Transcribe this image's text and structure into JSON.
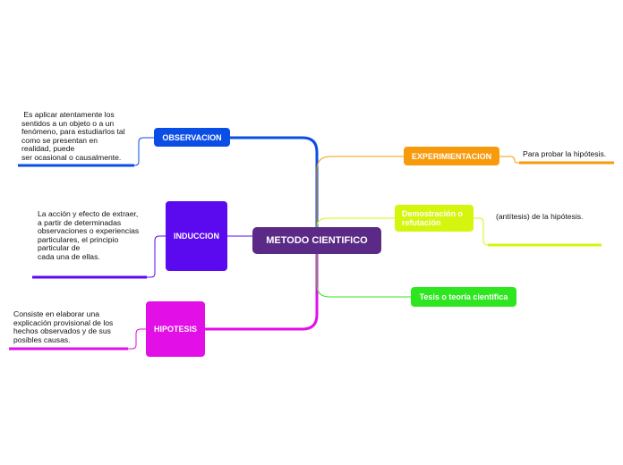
{
  "central": {
    "label": "METODO CIENTIFICO",
    "color": "#5b2a86"
  },
  "branches": {
    "observacion": {
      "label": "OBSERVACION",
      "color": "#0a4ee6",
      "note": " Es aplicar atentamente los\nsentidos a un objeto o a un\nfenómeno, para estudiarlos tal\ncomo se presentan en\nrealidad, puede\nser ocasional o causalmente."
    },
    "induccion": {
      "label": "INDUCCION",
      "color": "#5b0af0",
      "note": "La acción y efecto de extraer,\na partir de determinadas\nobservaciones o experiencias\nparticulares, el principio\nparticular de\ncada una de ellas."
    },
    "hipotesis": {
      "label": "HIPOTESIS",
      "color": "#e20fe6",
      "note": "Consiste en elaborar una\nexplicación provisional de los\nhechos observados y de sus\nposibles causas."
    },
    "experimentacion": {
      "label": "EXPERIMIENTACION",
      "color": "#f79a0b",
      "note": "Para probar la hipótesis."
    },
    "demostracion": {
      "label": "Demostración o\nrefutación",
      "color": "#d5f50f",
      "note": "(antítesis) de la hipótesis."
    },
    "tesis": {
      "label": "Tesis o teoría científica",
      "color": "#2ee61f"
    }
  }
}
